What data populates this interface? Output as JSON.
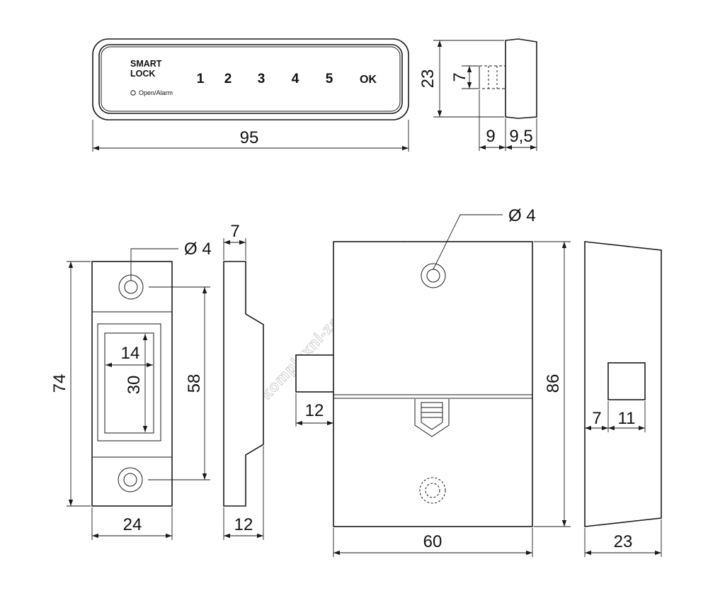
{
  "keypad": {
    "brand_line1": "SMART",
    "brand_line2": "LOCK",
    "led_label": "Open/Alarm",
    "keys": [
      "1",
      "2",
      "3",
      "4",
      "5",
      "OK"
    ]
  },
  "dimensions": {
    "keypad_width": "95",
    "keypad_height": "23",
    "knob_height": "7",
    "knob_length": "9",
    "cap_depth": "9,5",
    "strike_hole": "Ø 4",
    "strike_depth": "7",
    "strike_height": "74",
    "strike_inner_height": "30",
    "strike_inner_width": "14",
    "strike_hole_spacing": "58",
    "strike_width": "24",
    "strike_side_depth": "12",
    "lock_hole": "Ø 4",
    "lock_height": "86",
    "bolt_extension": "12",
    "lock_width": "60",
    "side_offset": "7",
    "side_window": "11",
    "side_depth": "23"
  },
  "watermark": "komplexni-zabezpeceni.cz"
}
